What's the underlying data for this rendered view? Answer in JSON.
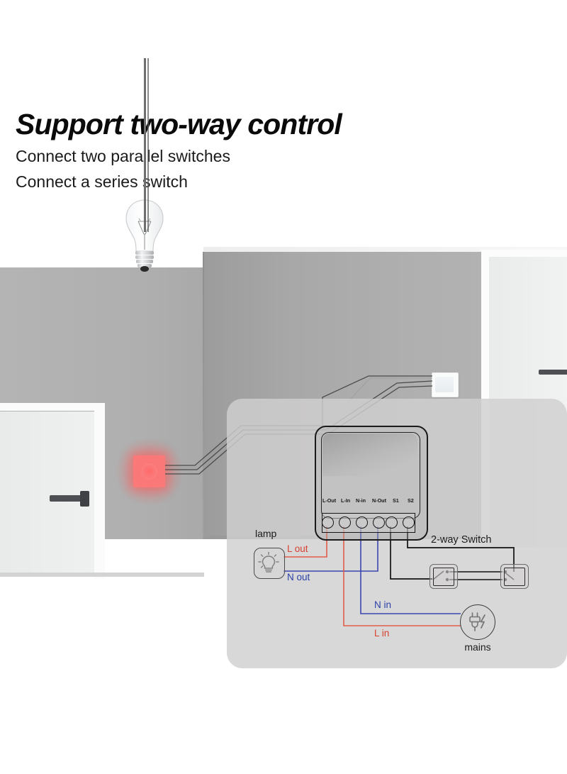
{
  "headline": "Support two-way control",
  "subheadings": [
    "Connect two parallel switches",
    "Connect a series switch"
  ],
  "scene": {
    "bulb_name": "ceiling-light-bulb",
    "junction_box_name": "glowing-junction-box",
    "wall_switch_name": "wall-switch-plate"
  },
  "diagram": {
    "device": {
      "terminals": [
        "L-Out",
        "L-In",
        "N-in",
        "N-Out",
        "S1",
        "S2"
      ]
    },
    "lamp_label": "lamp",
    "mains_label": "mains",
    "two_way_switch_label": "2-way Switch",
    "wires": [
      {
        "label": "L out",
        "color": "#d8402f"
      },
      {
        "label": "N out",
        "color": "#2a3fa8"
      },
      {
        "label": "N in",
        "color": "#2a3fa8"
      },
      {
        "label": "L in",
        "color": "#d8402f"
      }
    ]
  },
  "colors": {
    "live": "#d8402f",
    "neutral": "#2a3fa8",
    "signal": "#111111",
    "panel_bg": "#d1d0d0",
    "wall": "#b0b0b0",
    "glow": "#ff6a6a"
  }
}
